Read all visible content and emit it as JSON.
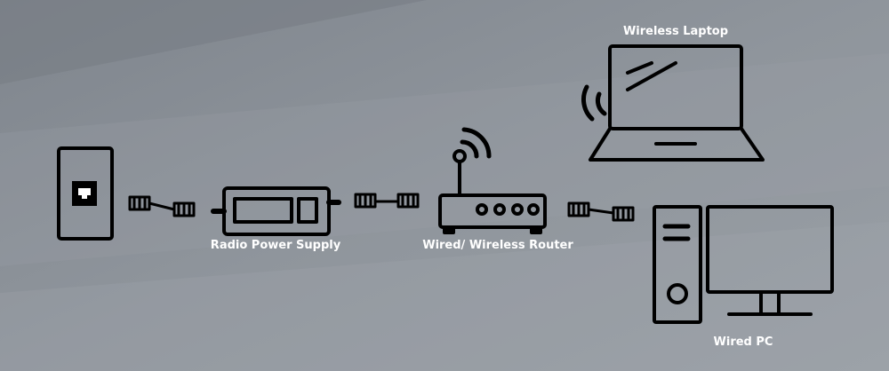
{
  "colors": {
    "background": "#8c9299",
    "stroke": "#000000",
    "label": "#ffffff"
  },
  "devices": {
    "wall_jack": {
      "icon": "ethernet-wall-jack-icon"
    },
    "power_supply": {
      "label": "Radio Power Supply",
      "icon": "power-supply-icon"
    },
    "router": {
      "label": "Wired/ Wireless Router",
      "icon": "router-icon"
    },
    "laptop": {
      "label": "Wireless Laptop",
      "icon": "laptop-icon"
    },
    "pc": {
      "label": "Wired PC",
      "icon": "desktop-pc-icon"
    }
  },
  "cables": [
    "ethernet-cable-icon",
    "ethernet-cable-icon",
    "ethernet-cable-icon"
  ]
}
